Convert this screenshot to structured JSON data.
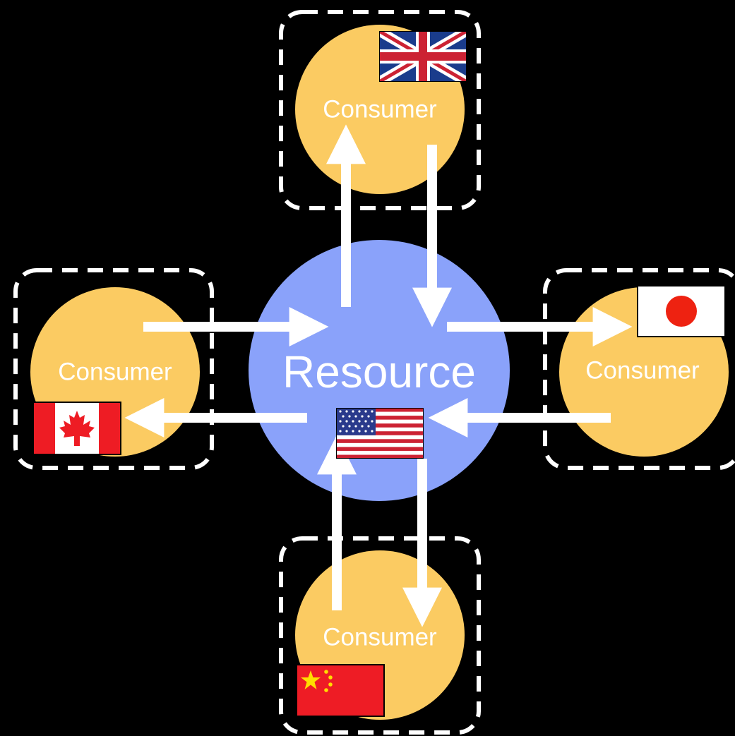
{
  "diagram": {
    "resource": {
      "label": "Resource",
      "flag": "us-flag-icon"
    },
    "consumers": [
      {
        "id": "top",
        "label": "Consumer",
        "flag": "uk-flag-icon"
      },
      {
        "id": "left",
        "label": "Consumer",
        "flag": "canada-flag-icon"
      },
      {
        "id": "right",
        "label": "Consumer",
        "flag": "japan-flag-icon"
      },
      {
        "id": "bottom",
        "label": "Consumer",
        "flag": "china-flag-icon"
      }
    ]
  },
  "colors": {
    "background": "#000000",
    "consumer_fill": "#fbcb62",
    "resource_fill": "#8aa2fa",
    "arrow": "#ffffff",
    "dashed_border": "#ffffff"
  }
}
